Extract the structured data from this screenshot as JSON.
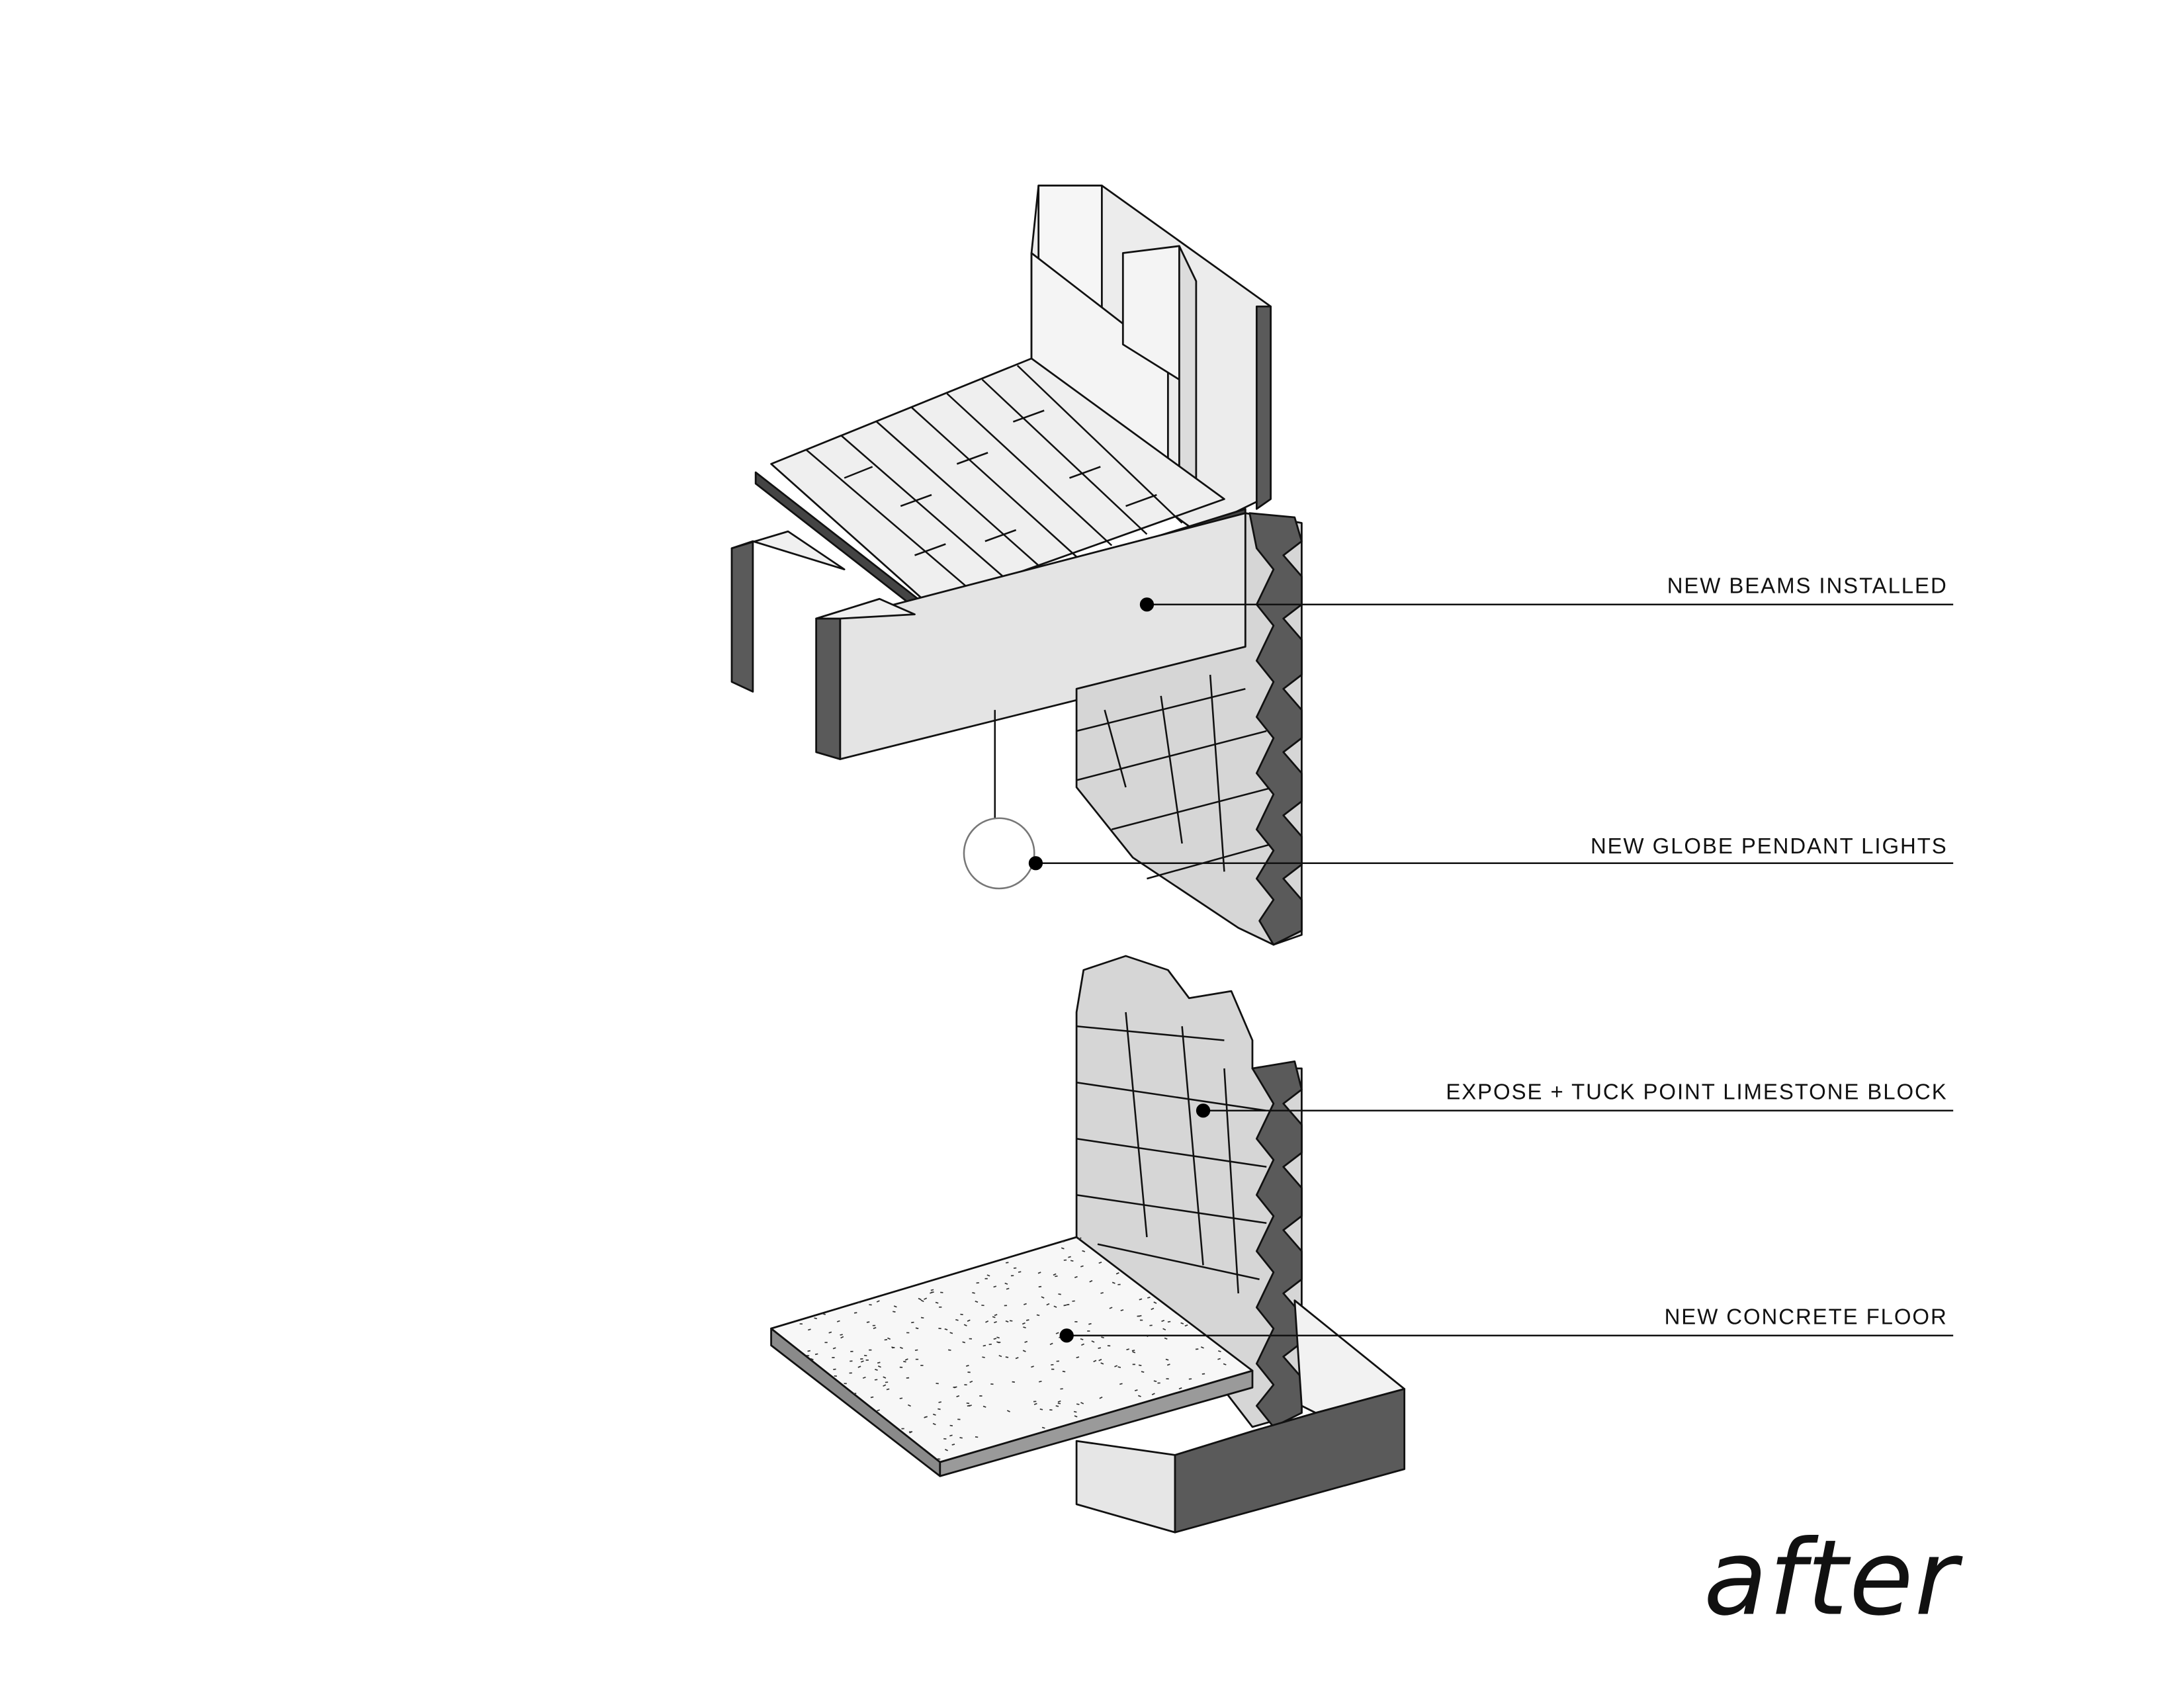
{
  "title": "after",
  "callouts": [
    {
      "label": "NEW BEAMS INSTALLED"
    },
    {
      "label": "NEW GLOBE PENDANT LIGHTS"
    },
    {
      "label": "EXPOSE + TUCK POINT LIMESTONE BLOCK"
    },
    {
      "label": "NEW CONCRETE FLOOR"
    }
  ],
  "colors": {
    "ink": "#111111",
    "dark_fill": "#5a5a5a",
    "light_fill": "#e4e4e4",
    "stone_fill": "#d6d6d6"
  }
}
